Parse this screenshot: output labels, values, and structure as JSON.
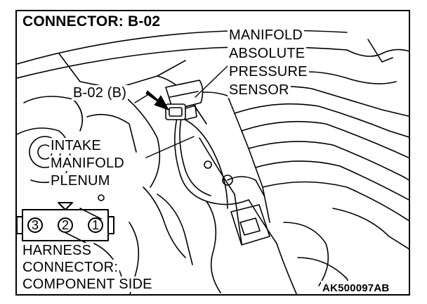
{
  "title": "CONNECTOR: B-02",
  "labels": {
    "sensor_line1": "MANIFOLD",
    "sensor_line2": "ABSOLUTE",
    "sensor_line3": "PRESSURE",
    "sensor_line4": "SENSOR",
    "connector_ref": "B-02 (B)",
    "plenum_line1": "INTAKE",
    "plenum_line2": "MANIFOLD",
    "plenum_line3": "PLENUM",
    "harness_line1": "HARNESS",
    "harness_line2": "CONNECTOR:",
    "harness_line3": "COMPONENT SIDE",
    "figure_code": "AK500097AB"
  },
  "connector_pins": [
    "3",
    "2",
    "1"
  ],
  "colors": {
    "ink": "#000000",
    "paper": "#ffffff"
  }
}
